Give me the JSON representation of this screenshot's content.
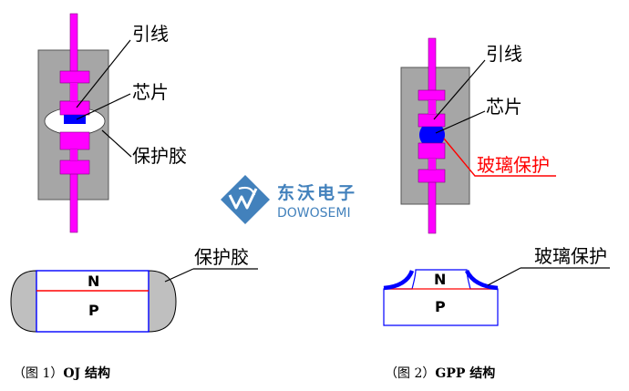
{
  "figure1": {
    "labels": {
      "lead": "引线",
      "chip": "芯片",
      "protect_glue": "保护胶"
    },
    "caption": {
      "open": "（图 1）",
      "name": "OJ 结构"
    }
  },
  "figure2": {
    "labels": {
      "lead": "引线",
      "chip": "芯片",
      "glass": "玻璃保护"
    },
    "caption": {
      "open": "（图 2）",
      "name": "GPP 结构"
    }
  },
  "cross_section_oj": {
    "top_layer": "N",
    "bottom_layer": "P",
    "label": "保护胶"
  },
  "cross_section_gpp": {
    "top_layer": "N",
    "bottom_layer": "P",
    "label": "玻璃保护"
  },
  "watermark": {
    "cn": "东沃电子",
    "en": "DOWOSEMI"
  },
  "colors": {
    "lead": "#ff00ff",
    "chip": "#0000ff",
    "body": "#a6a6a6",
    "glass_label": "#ff0000",
    "junction_line": "#ff0000",
    "outline": "#0000ff",
    "glue": "#bfbfbf",
    "watermark": "#2e74b5"
  }
}
